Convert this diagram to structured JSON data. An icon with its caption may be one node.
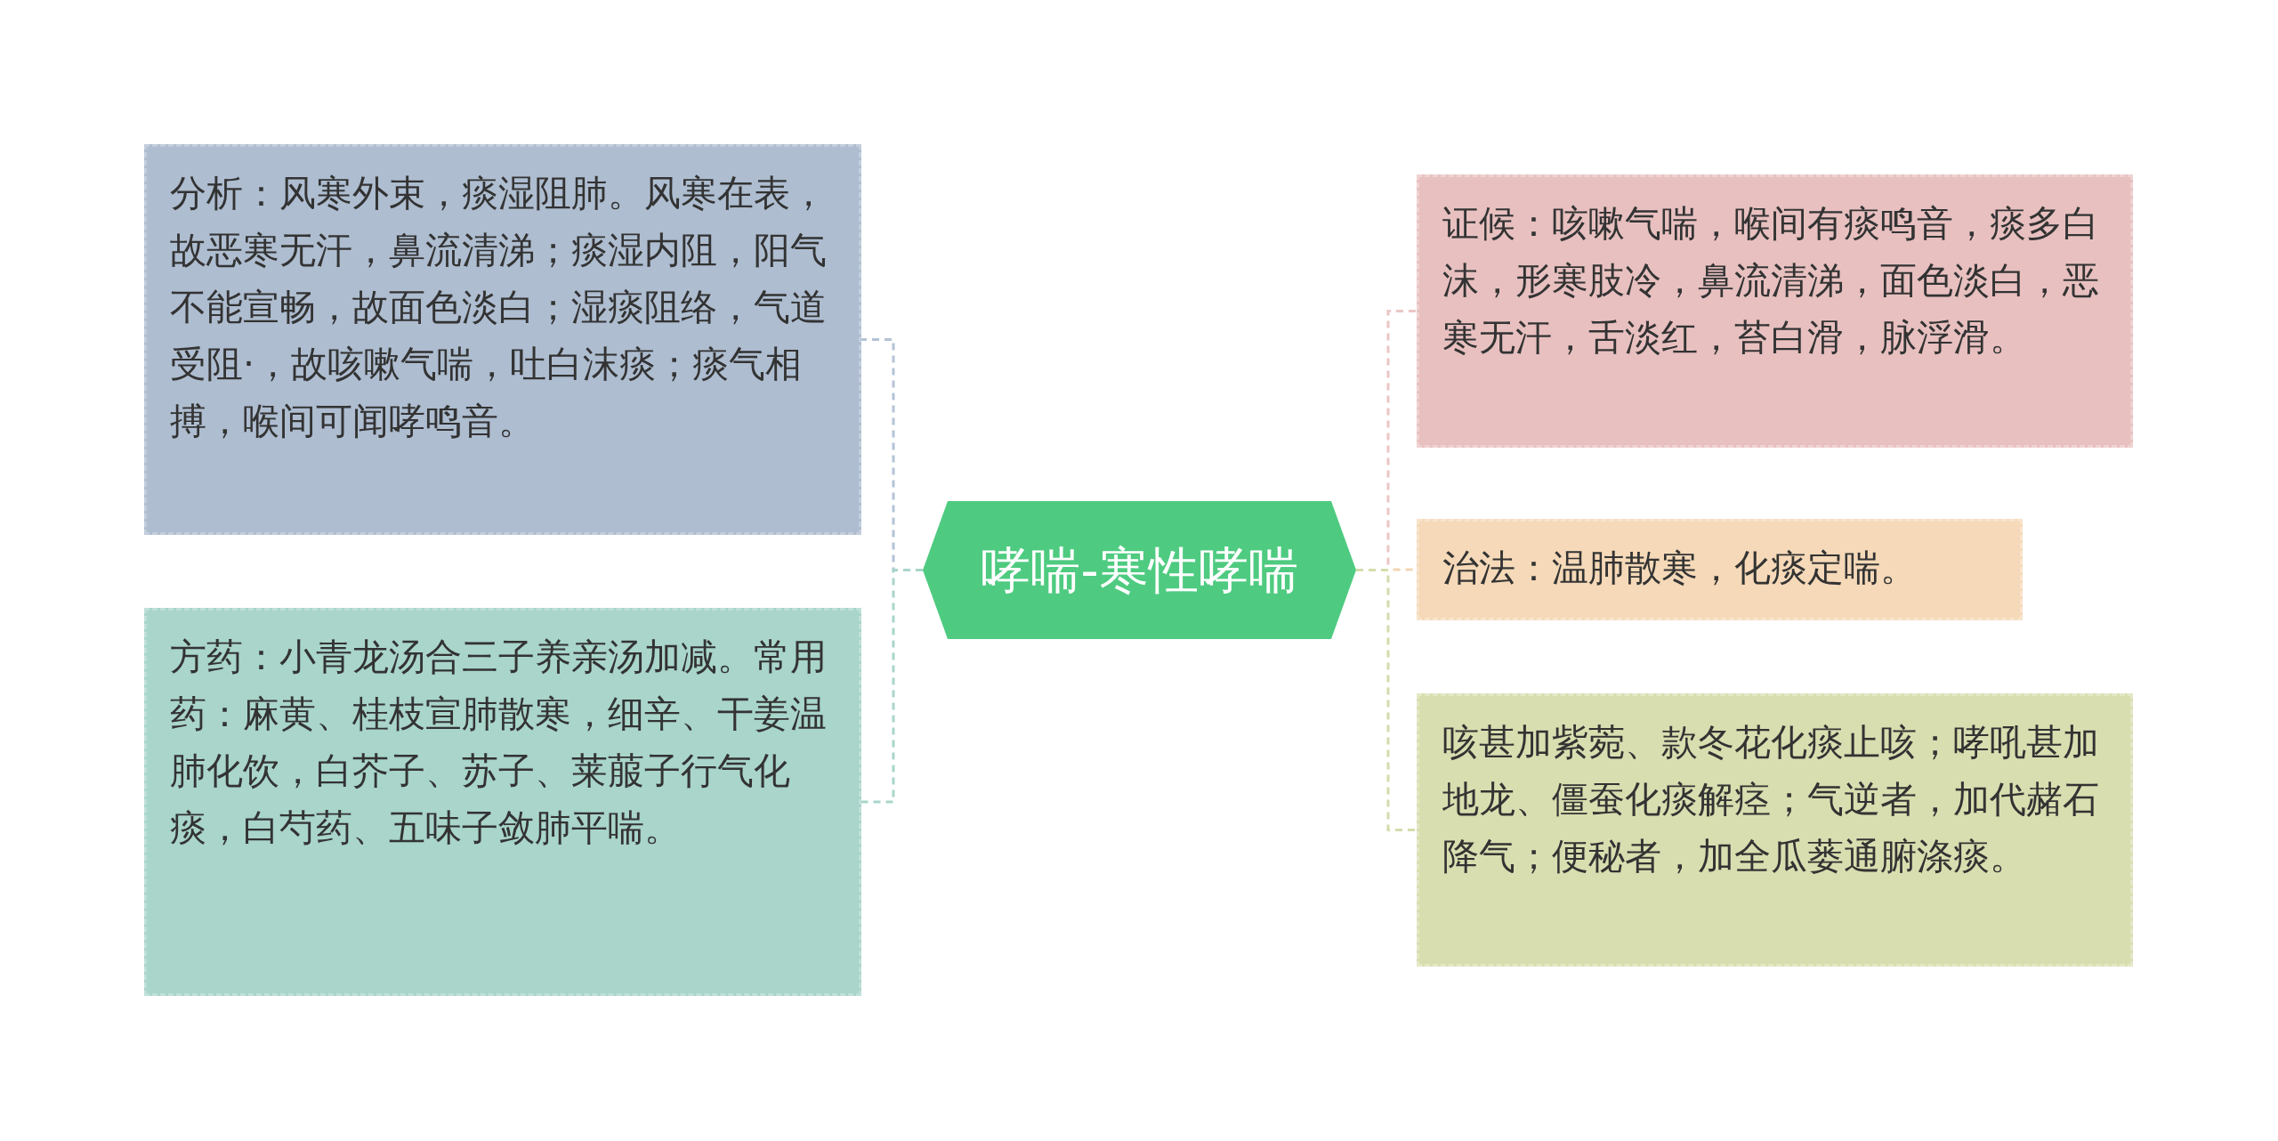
{
  "diagram": {
    "nodes": [
      {
        "text": [
          "哮喘-寒性哮喘"
        ]
      },
      {
        "text": [
          "分析：风寒外束，痰湿阻肺。风寒在表，故恶寒无汗，鼻流清涕；痰湿内阻，阳气不能宣畅，故面色淡白；湿痰阻络，气道受阻·，故咳嗽气喘，吐白沫痰；痰气相搏，喉间可闻哮鸣音。"
        ]
      },
      {
        "text": [
          "方药：小青龙汤合三子养亲汤加减。常用药：麻黄、桂枝宣肺散寒，细辛、干姜温肺化饮，白芥子、苏子、莱菔子行气化痰，白芍药、五味子敛肺平喘。"
        ]
      },
      {
        "text": [
          "证候：咳嗽气喘，喉间有痰鸣音，痰多白沫，形寒肢冷，鼻流清涕，面色淡白，恶寒无汗，舌淡红，苔白滑，脉浮滑。"
        ]
      },
      {
        "text": [
          "治法：温肺散寒，化痰定喘。"
        ]
      },
      {
        "text": [
          "咳甚加紫菀、款冬花化痰止咳；哮吼甚加地龙、僵蚕化痰解痉；气逆者，加代赭石降气；便秘者，加全瓜蒌通腑涤痰。"
        ]
      }
    ],
    "edges": [
      {
        "from": 0,
        "to": 1,
        "arrow": "none",
        "style": "dashed",
        "color": "#b4c3d6"
      },
      {
        "from": 0,
        "to": 2,
        "arrow": "none",
        "style": "dashed",
        "color": "#a9d5cb"
      },
      {
        "from": 0,
        "to": 3,
        "arrow": "none",
        "style": "dashed",
        "color": "#ecc6c6"
      },
      {
        "from": 0,
        "to": 4,
        "arrow": "none",
        "style": "dashed",
        "color": "#f3d6b4"
      },
      {
        "from": 0,
        "to": 5,
        "arrow": "none",
        "style": "dashed",
        "color": "#d6dbac"
      }
    ]
  }
}
